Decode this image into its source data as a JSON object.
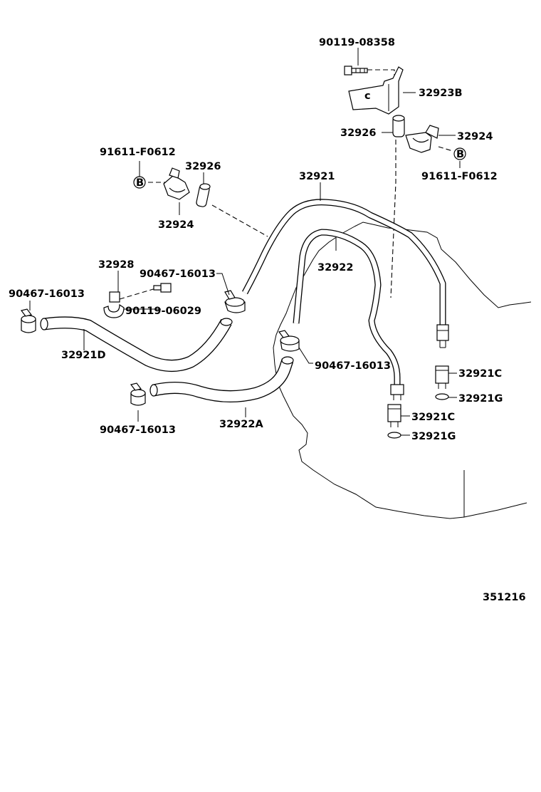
{
  "labels": {
    "bolt_top": "90119-08358",
    "bracket_top": "32923B",
    "grommet_top": "32926",
    "clamp_top": "32924",
    "bolt_b_top": "91611-F0612",
    "bolt_b_left": "91611-F0612",
    "grommet_left": "32926",
    "clamp_left": "32924",
    "pipe_main": "32921",
    "pipe_second": "32922",
    "clamp_bracket": "32928",
    "hose_clip_mid": "90467-16013",
    "bolt_mid": "90119-06029",
    "hose_clip_left": "90467-16013",
    "hose_d": "32921D",
    "hose_clip_center": "90467-16013",
    "hose_clip_bottom": "90467-16013",
    "hose_a": "32922A",
    "union_c_upper": "32921C",
    "gasket_g_upper": "32921G",
    "union_c_lower": "32921C",
    "gasket_g_lower": "32921G",
    "figure_id": "351216"
  },
  "markers": {
    "b_top": "B",
    "b_left": "B",
    "c_bracket": "c"
  }
}
